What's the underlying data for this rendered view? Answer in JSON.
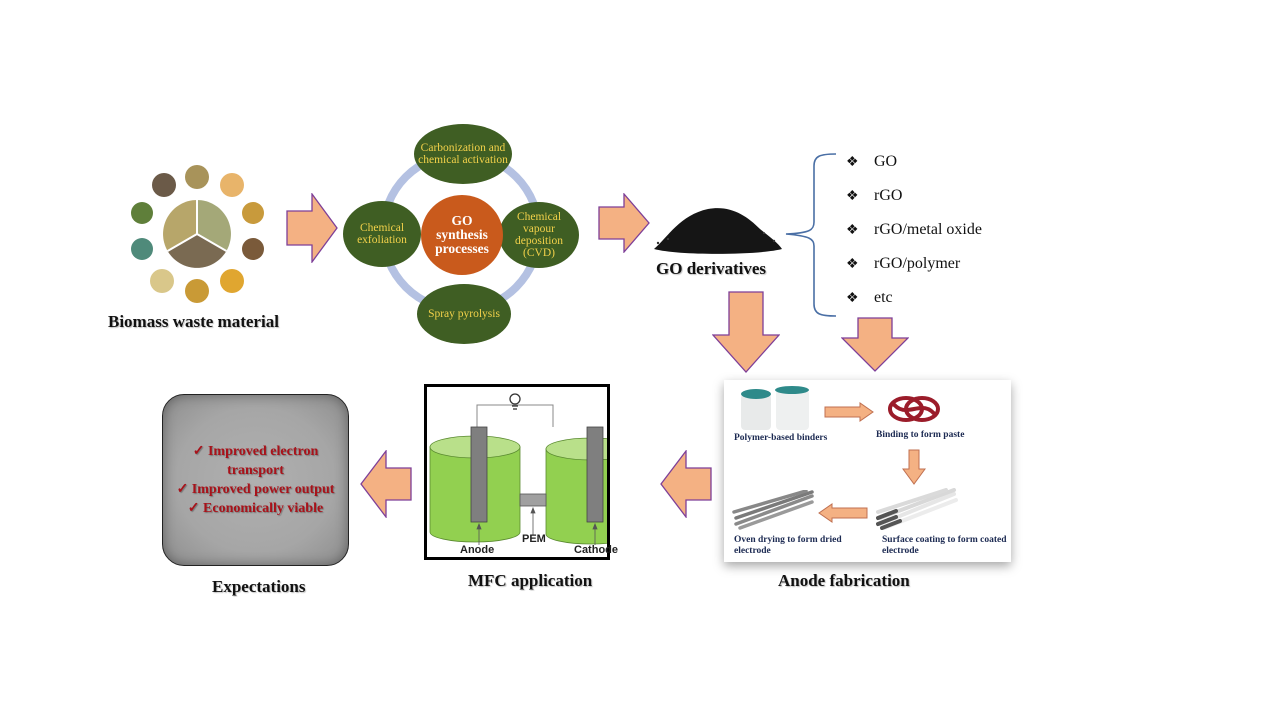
{
  "biomass": {
    "caption": "Biomass waste material"
  },
  "synthesis": {
    "center": "GO synthesis processes",
    "processes": [
      "Carbonization and chemical activation",
      "Chemical vapour deposition (CVD)",
      "Spray pyrolysis",
      "Chemical exfoliation"
    ]
  },
  "derivatives": {
    "caption": "GO derivatives",
    "bullet_symbol": "❖",
    "items": [
      "GO",
      "rGO",
      "rGO/metal oxide",
      "rGO/polymer",
      "etc"
    ]
  },
  "anode_fabrication": {
    "caption": "Anode fabrication",
    "steps": [
      "Polymer-based binders",
      "Binding to form paste",
      "Surface coating to form coated electrode",
      "Oven drying to form dried electrode"
    ]
  },
  "mfc": {
    "caption": "MFC application",
    "labels": {
      "anode": "Anode",
      "pem": "PEM",
      "cathode": "Cathode"
    }
  },
  "expectations": {
    "caption": "Expectations",
    "check_symbol": "✓",
    "items": [
      "Improved electron transport",
      "Improved power output",
      "Economically viable"
    ]
  },
  "colors": {
    "arrow_fill": "#f4b183",
    "arrow_stroke": "#7e3f98",
    "bubble_green": "#3f5e23",
    "bubble_text": "#f2d14a",
    "center_orange": "#c95a1c",
    "ring": "#b4c1e2",
    "tank_green": "#92d050",
    "expect_red": "#a8121a"
  }
}
